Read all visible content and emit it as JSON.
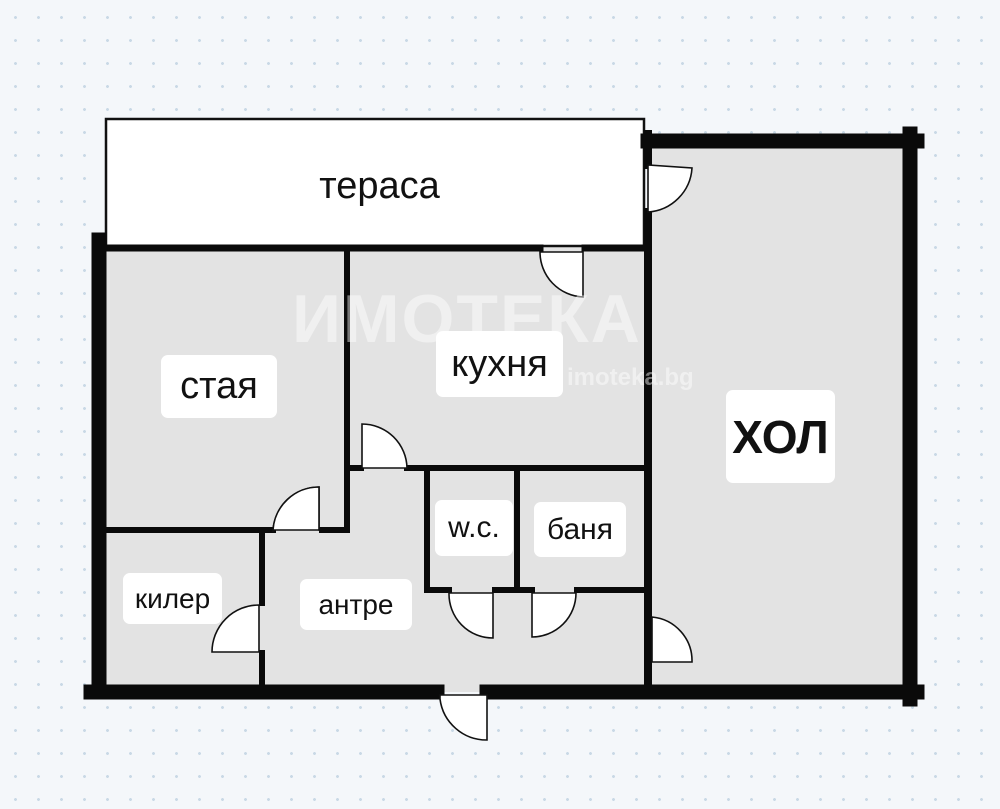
{
  "rooms": {
    "terrace": "тераса",
    "room": "стая",
    "kitchen": "кухня",
    "hall": "ХОЛ",
    "wc": "w.c.",
    "bathroom": "баня",
    "closet": "килер",
    "entrance": "антре"
  },
  "watermark": {
    "brand": "ИМОТЕКА",
    "site": "imoteka.bg"
  },
  "colors": {
    "wall": "#0a0a0a",
    "floor": "#e3e3e3",
    "terrace": "#ffffff",
    "background": "#f4f7fa",
    "label_bg": "#ffffff"
  }
}
